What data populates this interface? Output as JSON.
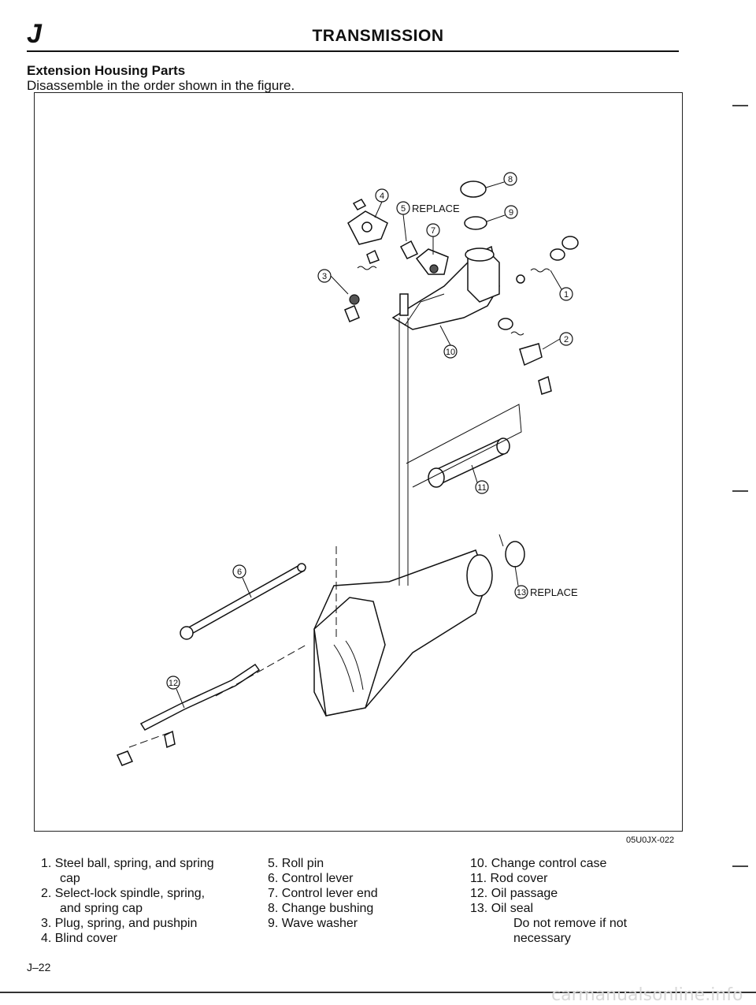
{
  "header": {
    "section_letter": "J",
    "title": "TRANSMISSION"
  },
  "section": {
    "heading": "Extension Housing Parts",
    "instruction": "Disassemble in the order shown in the figure."
  },
  "figure": {
    "code": "05U0JX-022",
    "replace_label": "REPLACE",
    "callouts": [
      "1",
      "2",
      "3",
      "4",
      "5",
      "6",
      "7",
      "8",
      "9",
      "10",
      "11",
      "12",
      "13"
    ]
  },
  "legend": {
    "col1": {
      "item1_line1": "1. Steel ball, spring, and spring",
      "item1_line2": "cap",
      "item2_line1": "2. Select-lock spindle, spring,",
      "item2_line2": "and spring cap",
      "item3": "3. Plug, spring, and pushpin",
      "item4": "4. Blind cover"
    },
    "col2": {
      "item5": "5. Roll pin",
      "item6": "6. Control lever",
      "item7": "7. Control lever end",
      "item8": "8. Change bushing",
      "item9": "9. Wave washer"
    },
    "col3": {
      "item10": "10. Change control case",
      "item11": "11. Rod cover",
      "item12": "12. Oil passage",
      "item13": "13. Oil seal",
      "note_line1": "Do not remove if not",
      "note_line2": "necessary"
    }
  },
  "footer": {
    "page_number": "J–22",
    "watermark": "carmanualsonline.info"
  }
}
